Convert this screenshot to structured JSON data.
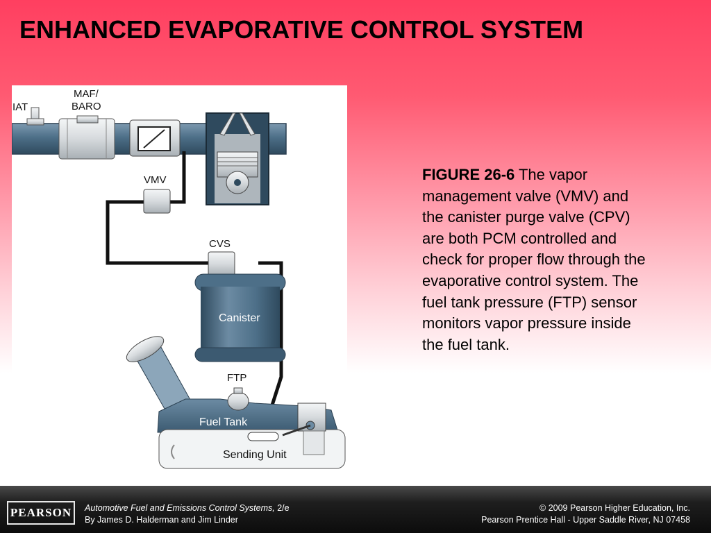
{
  "slide": {
    "title": "ENHANCED EVAPORATIVE CONTROL SYSTEM"
  },
  "diagram": {
    "labels": {
      "iat": "IAT",
      "maf_line1": "MAF/",
      "maf_line2": "BARO",
      "vmv": "VMV",
      "cvs": "CVS",
      "canister": "Canister",
      "ftp": "FTP",
      "fuel_tank": "Fuel Tank",
      "sending_unit": "Sending Unit"
    }
  },
  "caption": {
    "figure_label": "FIGURE 26-6",
    "text": " The vapor management valve (VMV) and the canister purge valve (CPV) are both PCM controlled and check for proper flow through the evaporative control system. The fuel tank pressure (FTP) sensor monitors vapor pressure inside the fuel tank."
  },
  "footer": {
    "logo_text": "PEARSON",
    "book_title": "Automotive Fuel and Emissions Control Systems,",
    "edition": " 2/e",
    "authors": "By James D. Halderman and Jim Linder",
    "copyright": "© 2009 Pearson Higher Education, Inc.",
    "publisher": "Pearson Prentice Hall - Upper Saddle River, NJ 07458"
  },
  "colors": {
    "header_red": "#ff3f60",
    "component_blue": "#4d6f88",
    "component_silver": "#d6dadd"
  }
}
